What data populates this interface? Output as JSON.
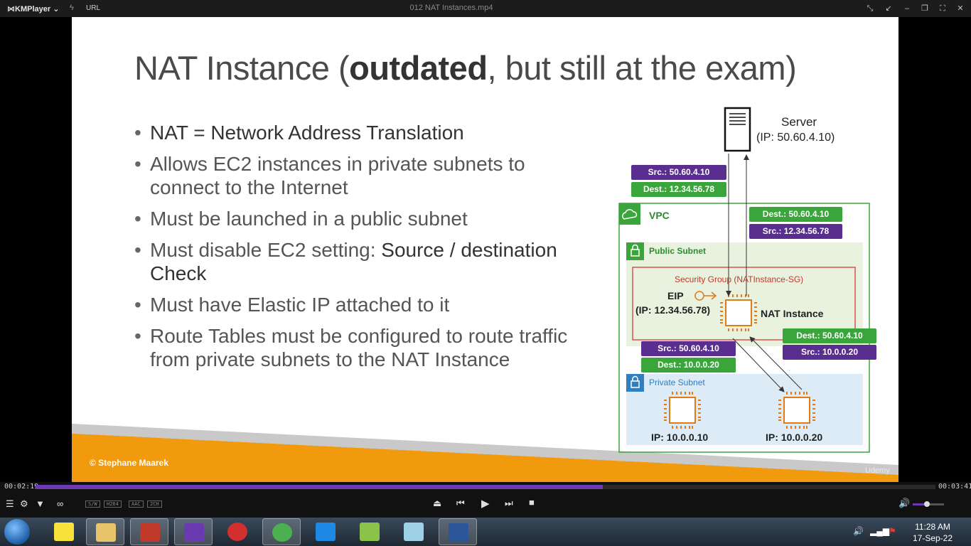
{
  "titlebar": {
    "app_name": "KMPlayer",
    "url_label": "URL",
    "window_title": "012 NAT Instances.mp4"
  },
  "slide": {
    "title_pre": "NAT Instance (",
    "title_bold": "outdated",
    "title_post": ", but still at the exam)",
    "bullets": [
      {
        "text": "NAT = Network Address Translation",
        "bold": ""
      },
      {
        "text": "Allows EC2 instances in private subnets to connect to the Internet",
        "bold": ""
      },
      {
        "text": "Must be launched in a public subnet",
        "bold": ""
      },
      {
        "text": "Must disable EC2 setting: ",
        "bold": "Source / destination Check"
      },
      {
        "text": "Must have Elastic IP attached to it",
        "bold": ""
      },
      {
        "text": "Route Tables must be configured to route traffic from private subnets to the NAT Instance",
        "bold": ""
      }
    ],
    "copyright": "© Stephane Maarek",
    "watermark": "Udemy"
  },
  "diagram": {
    "server_label": "Server",
    "server_ip": "(IP: 50.60.4.10)",
    "vpc_label": "VPC",
    "public_subnet_label": "Public Subnet",
    "private_subnet_label": "Private Subnet",
    "sg_label": "Security Group (NATInstance-SG)",
    "eip_label": "EIP",
    "eip_ip": "(IP: 12.34.56.78)",
    "nat_label": "NAT Instance",
    "inst1_ip": "IP: 10.0.0.10",
    "inst2_ip": "IP: 10.0.0.20",
    "tags": {
      "t1_src": "Src.: 50.60.4.10",
      "t1_dest": "Dest.: 12.34.56.78",
      "t2_dest": "Dest.: 50.60.4.10",
      "t2_src": "Src.: 12.34.56.78",
      "t3_dest": "Dest.: 50.60.4.10",
      "t3_src": "Src.: 10.0.0.20",
      "t4_src": "Src.: 50.60.4.10",
      "t4_dest": "Dest.: 10.0.0.20"
    },
    "colors": {
      "green": "#3aa53a",
      "purple": "#5a2e8f",
      "orange": "#e07b1a",
      "red": "#d9534f"
    }
  },
  "player": {
    "time_current": "00:02:19",
    "time_total": "00:03:41",
    "progress": 0.63,
    "volume": 0.45,
    "codecs": [
      "S/W",
      "H264",
      "AAC",
      "2CH"
    ]
  },
  "taskbar": {
    "time": "11:28 AM",
    "date": "17-Sep-22"
  }
}
